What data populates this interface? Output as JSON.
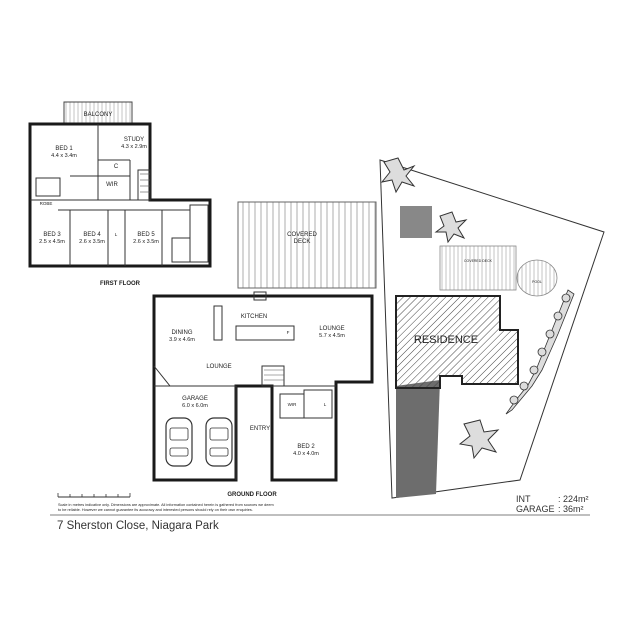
{
  "first_floor": {
    "title": "FIRST FLOOR",
    "rooms": {
      "balcony": "BALCONY",
      "bed1": "BED 1",
      "bed1_dim": "4.4 x 3.4m",
      "study": "STUDY",
      "study_dim": "4.3 x 2.9m",
      "wir": "WIR",
      "c": "C",
      "robe": "ROBE",
      "bed3": "BED 3",
      "bed3_dim": "2.5 x 4.5m",
      "bed4": "BED 4",
      "bed4_dim": "2.6 x 3.5m",
      "bed5": "BED 5",
      "bed5_dim": "2.6 x 3.5m",
      "l": "L"
    }
  },
  "ground_floor": {
    "title": "GROUND FLOOR",
    "rooms": {
      "covered_deck_1": "COVERED",
      "covered_deck_2": "DECK",
      "kitchen": "KITCHEN",
      "dining": "DINING",
      "dining_dim": "3.9 x 4.6m",
      "lounge_main": "LOUNGE",
      "lounge_main_dim": "5.7 x 4.5m",
      "lounge": "LOUNGE",
      "f": "F",
      "garage": "GARAGE",
      "garage_dim": "6.0 x 6.0m",
      "entry": "ENTRY",
      "wir": "WIR",
      "l": "L",
      "bed2": "BED 2",
      "bed2_dim": "4.0 x 4.0m"
    }
  },
  "site": {
    "residence": "RESIDENCE",
    "deck_small": "COVERED DECK",
    "pool": "POOL"
  },
  "disclaimer": {
    "line1": "Scale in metres indicative only. Dimensions are approximate. All information contained herein is gathered from sources we deem",
    "line2": "to be reliable. However we cannot guarantee its accuracy and interested persons should rely on their own enquiries."
  },
  "areas": {
    "int_label": "INT",
    "int_value": ": 224m²",
    "garage_label": "GARAGE",
    "garage_value": ": 36m²"
  },
  "address": "7 Sherston Close, Niagara Park"
}
